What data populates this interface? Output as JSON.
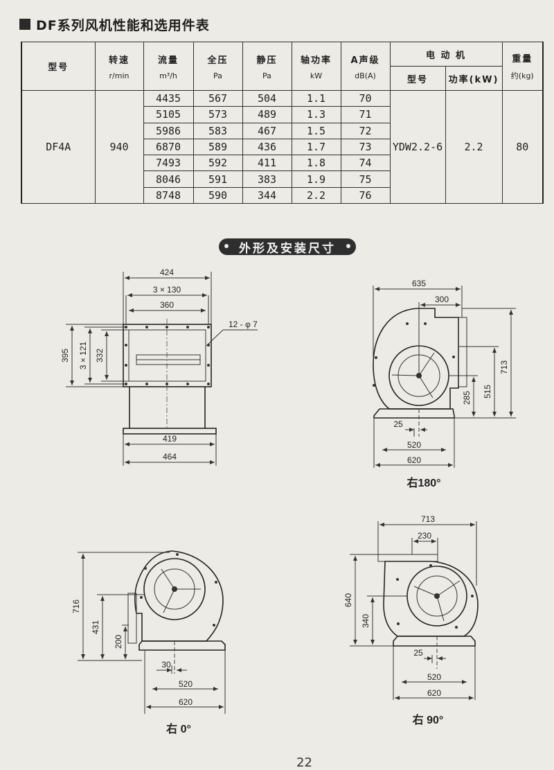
{
  "header": {
    "title": "DF系列风机性能和选用件表"
  },
  "table": {
    "headers": {
      "model": "型号",
      "speed": "转速",
      "speed_unit": "r/min",
      "flow": "流量",
      "flow_unit": "m³/h",
      "total_pressure": "全压",
      "total_pressure_unit": "Pa",
      "static_pressure": "静压",
      "static_pressure_unit": "Pa",
      "shaft_power": "轴功率",
      "shaft_power_unit": "kW",
      "sound": "A声级",
      "sound_unit": "dB(A)",
      "motor": "电 动 机",
      "motor_model": "型号",
      "motor_power": "功率(kW)",
      "weight": "重量",
      "weight_unit": "约(kg)"
    },
    "model": "DF4A",
    "speed": "940",
    "motor_model": "YDW2.2-6",
    "motor_power": "2.2",
    "weight": "80",
    "rows": [
      [
        "4435",
        "567",
        "504",
        "1.1",
        "70"
      ],
      [
        "5105",
        "573",
        "489",
        "1.3",
        "71"
      ],
      [
        "5986",
        "583",
        "467",
        "1.5",
        "72"
      ],
      [
        "6870",
        "589",
        "436",
        "1.7",
        "73"
      ],
      [
        "7493",
        "592",
        "411",
        "1.8",
        "74"
      ],
      [
        "8046",
        "591",
        "383",
        "1.9",
        "75"
      ],
      [
        "8748",
        "590",
        "344",
        "2.2",
        "76"
      ]
    ]
  },
  "section_title": "外形及安装尺寸",
  "front_view": {
    "dims": {
      "w_top": "424",
      "w_holes": "3 × 130",
      "w_inner": "360",
      "holes": "12 - φ 7",
      "h_outer": "395",
      "h_holes": "3 × 121",
      "h_inner": "332",
      "w_base_inner": "419",
      "w_base": "464"
    }
  },
  "view_180": {
    "caption": "右180°",
    "dims": {
      "w_total": "635",
      "w_outlet": "300",
      "h_total": "713",
      "h_outlet": "515",
      "h_axis": "285",
      "offset": "25",
      "base_inner": "520",
      "base": "620"
    }
  },
  "view_0": {
    "caption": "右 0°",
    "dims": {
      "h_total": "716",
      "h_axis": "431",
      "h_outlet": "200",
      "offset": "30",
      "base_inner": "520",
      "base": "620"
    }
  },
  "view_90": {
    "caption": "右 90°",
    "dims": {
      "w_total": "713",
      "w_outlet": "230",
      "h_total": "640",
      "h_axis": "340",
      "offset": "25",
      "base_inner": "520",
      "base": "620"
    }
  },
  "page_number": "22"
}
